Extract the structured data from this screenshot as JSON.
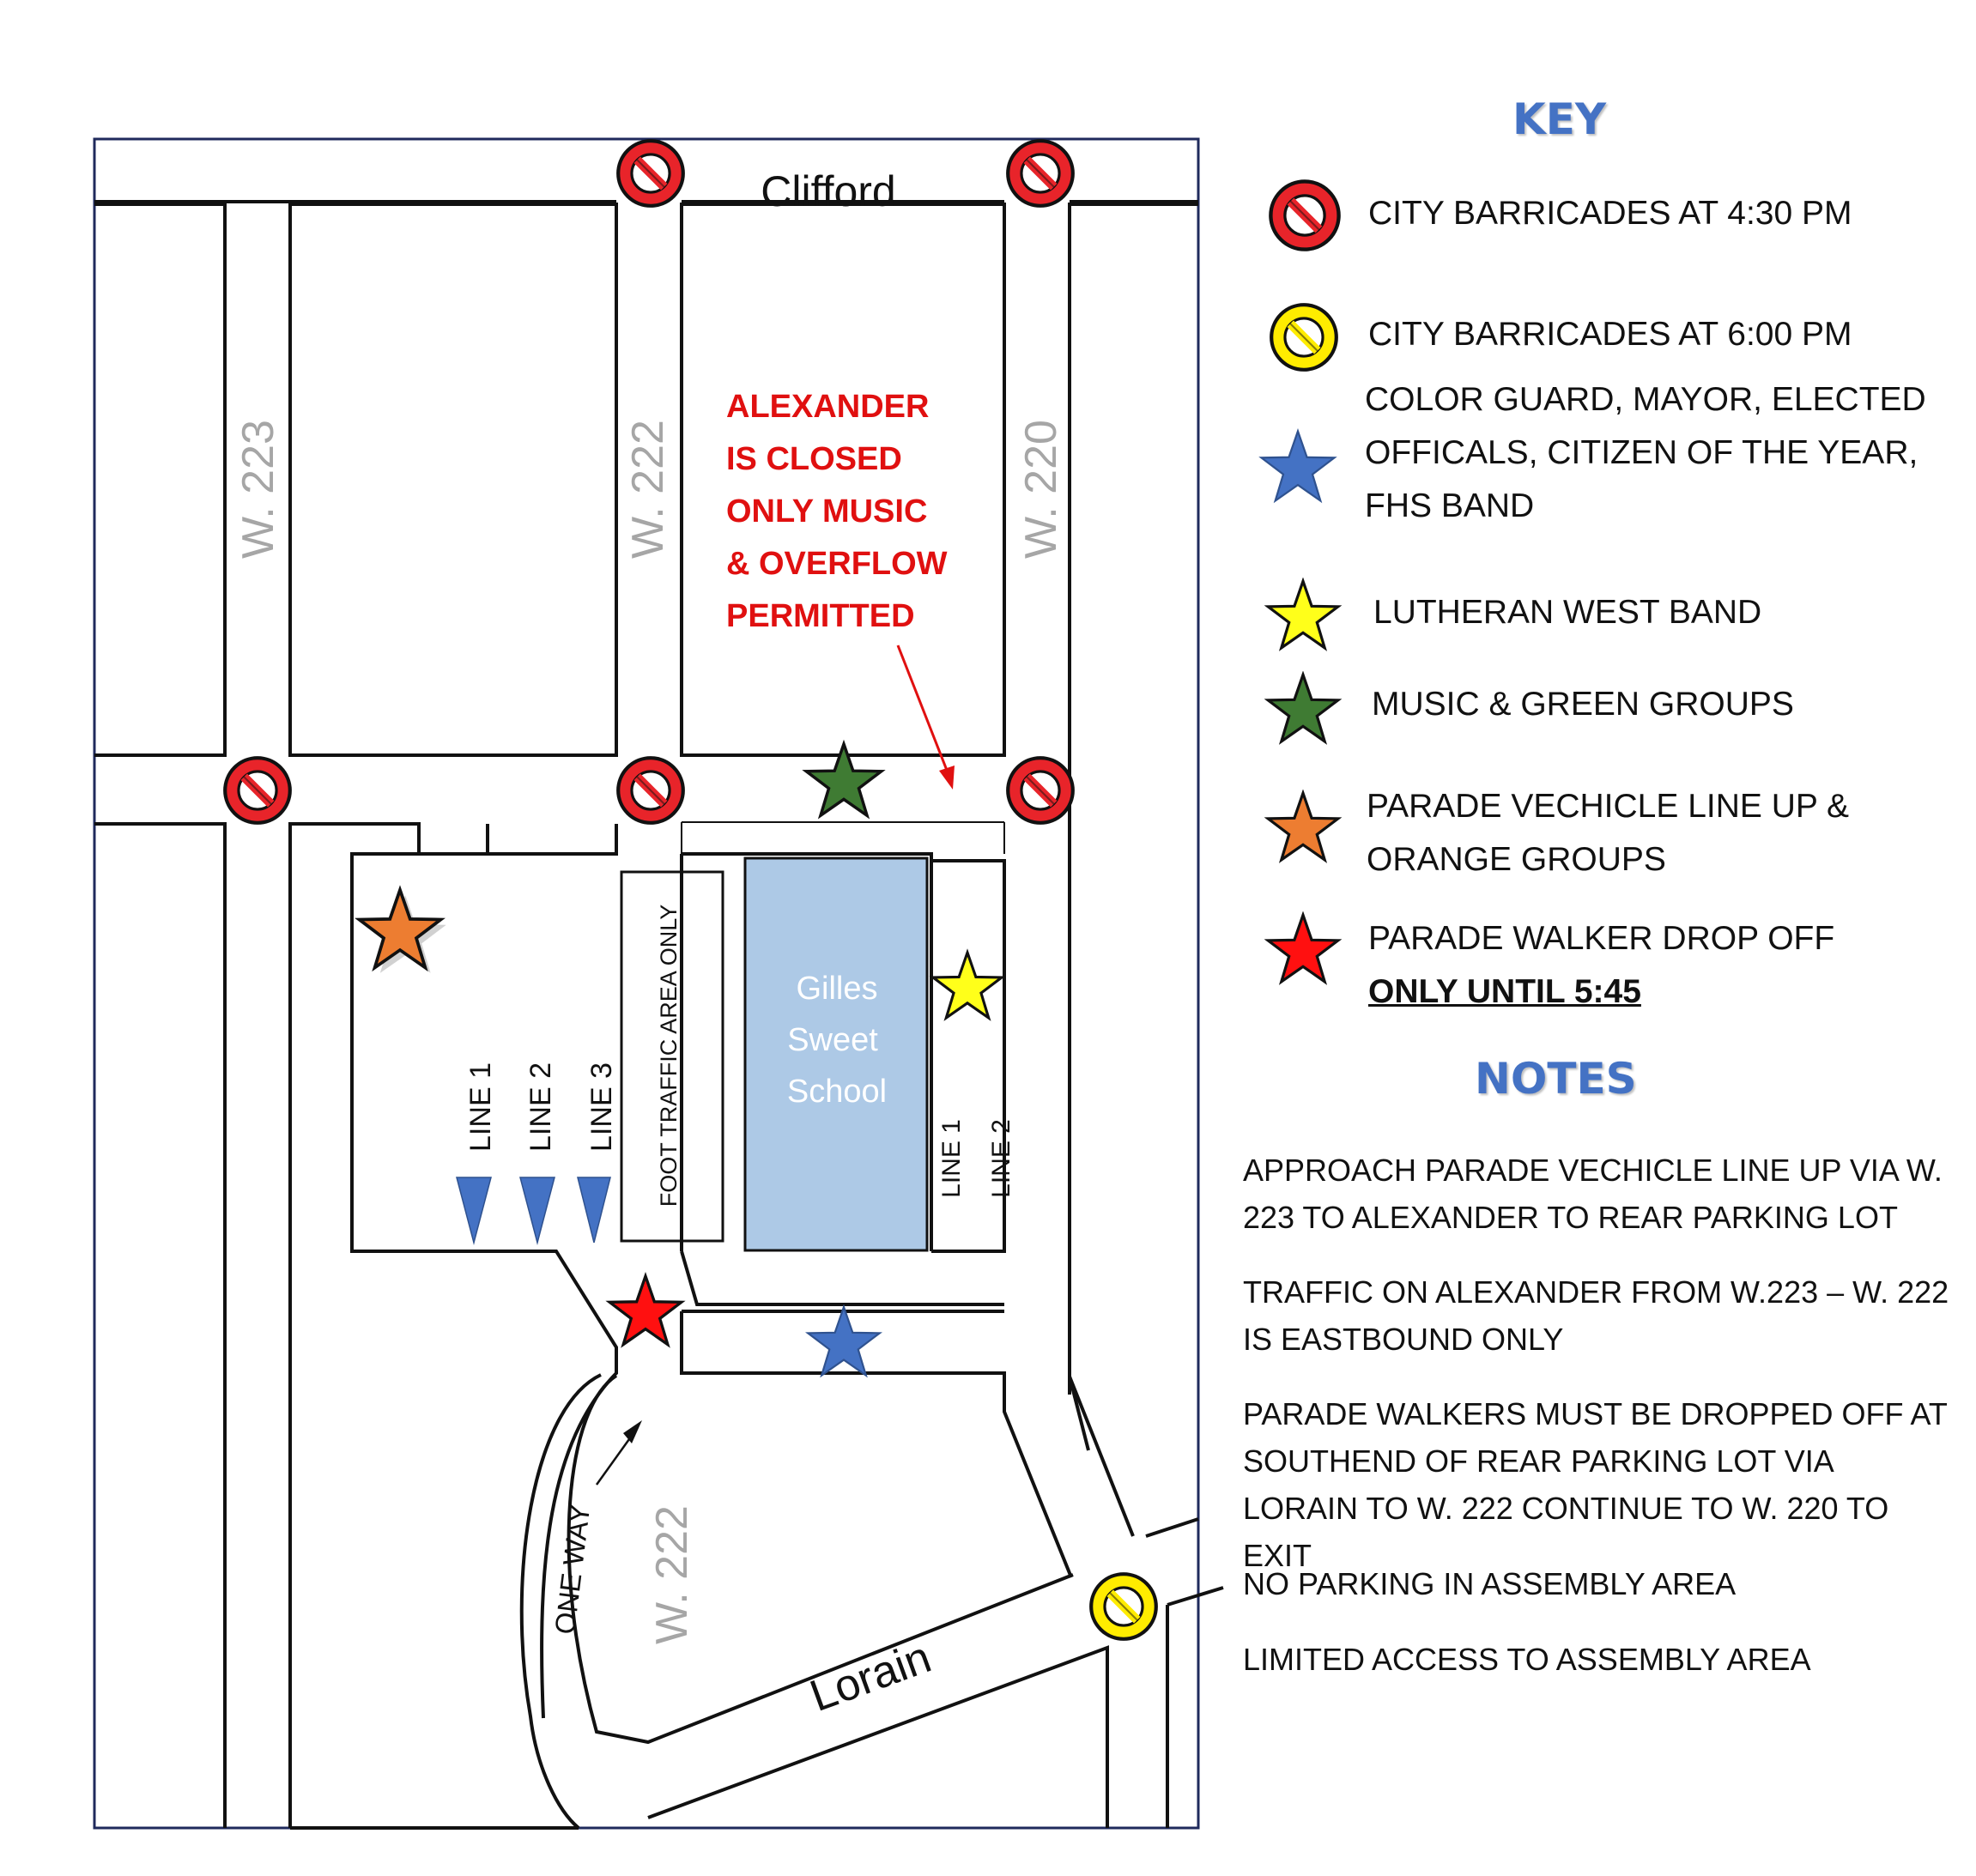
{
  "colors": {
    "frame": "#1f2a5c",
    "street_label": "#a6a6a6",
    "alert_red": "#e01010",
    "school_fill": "#adc9e6",
    "heading_blue": "#4472c4",
    "barricade_red": "#e8242a",
    "barricade_yellow": "#ffec00",
    "star_blue": "#4472c4",
    "star_yellow": "#ffff1a",
    "star_green": "#3f7b33",
    "star_orange": "#ed7d31",
    "star_red": "#ff1010",
    "arrow_blue": "#4472c4"
  },
  "map": {
    "streets": {
      "clifford": "Clifford",
      "w223": "W. 223",
      "w222_top": "W. 222",
      "w220": "W. 220",
      "w222_bottom": "W. 222",
      "lorain": "Lorain",
      "one_way": "ONE WAY"
    },
    "alexander_notice": [
      "ALEXANDER",
      "IS CLOSED",
      "ONLY MUSIC",
      "& OVERFLOW",
      "PERMITTED"
    ],
    "school": [
      "Gilles",
      "Sweet",
      "School"
    ],
    "foot_traffic": "FOOT TRAFFIC AREA ONLY",
    "lanes_west": [
      "LINE 1",
      "LINE 2",
      "LINE 3"
    ],
    "lanes_east": [
      "LINE 1",
      "LINE 2"
    ]
  },
  "key": {
    "title": "KEY",
    "items": [
      {
        "icon": "barricade-red-icon",
        "lines": [
          "CITY BARRICADES AT 4:30 PM"
        ]
      },
      {
        "icon": "barricade-yellow-icon",
        "lines": [
          "CITY BARRICADES AT 6:00 PM"
        ]
      },
      {
        "icon": "blue-star-icon",
        "lines": [
          "COLOR GUARD, MAYOR, ELECTED",
          "OFFICALS, CITIZEN OF THE YEAR,",
          "FHS BAND"
        ]
      },
      {
        "icon": "yellow-star-icon",
        "lines": [
          "LUTHERAN WEST BAND"
        ]
      },
      {
        "icon": "green-star-icon",
        "lines": [
          "MUSIC & GREEN GROUPS"
        ]
      },
      {
        "icon": "orange-star-icon",
        "lines": [
          "PARADE VECHICLE LINE UP &",
          "ORANGE GROUPS"
        ]
      },
      {
        "icon": "red-star-icon",
        "lines": [
          "PARADE WALKER DROP OFF"
        ],
        "emphasis": "ONLY UNTIL 5:45"
      }
    ]
  },
  "notes": {
    "title": "NOTES",
    "items": [
      "APPROACH PARADE VECHICLE LINE UP VIA W. 223 TO ALEXANDER TO REAR PARKING LOT",
      "TRAFFIC ON ALEXANDER FROM W.223 – W. 222 IS EASTBOUND ONLY",
      "PARADE WALKERS MUST BE DROPPED OFF AT SOUTHEND OF REAR PARKING LOT VIA LORAIN TO W. 222 CONTINUE TO W. 220 TO EXIT",
      "NO PARKING IN ASSEMBLY AREA",
      "LIMITED ACCESS TO ASSEMBLY AREA"
    ]
  }
}
